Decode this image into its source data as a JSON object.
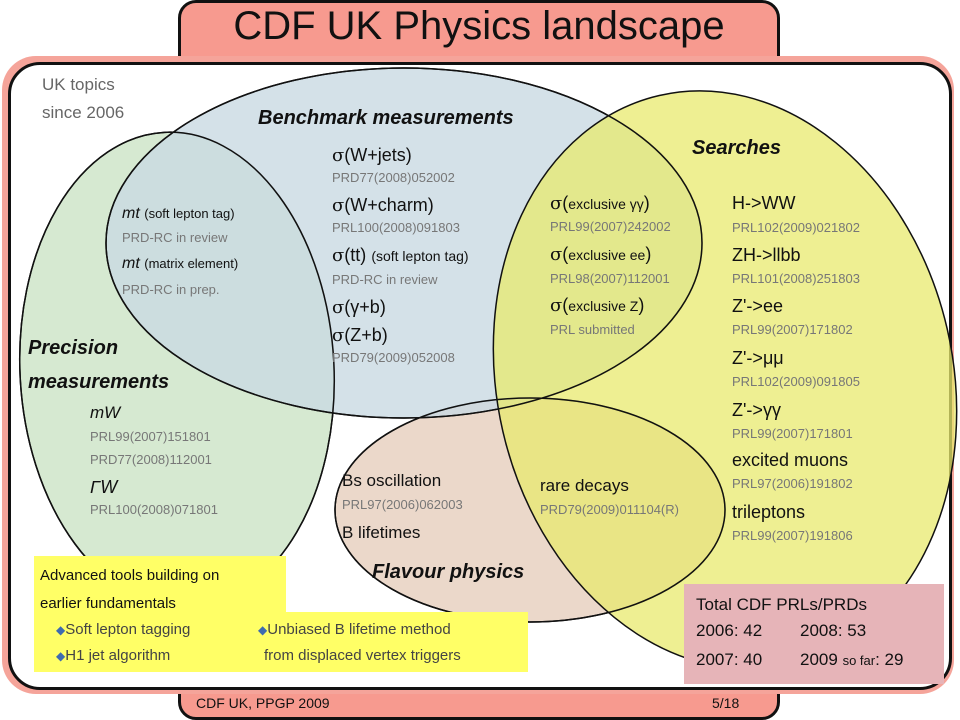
{
  "title": "CDF UK Physics landscape",
  "corner_note": [
    "UK topics",
    "since 2006"
  ],
  "footer": {
    "left": "CDF UK, PPGP 2009",
    "right": "5/18"
  },
  "colors": {
    "banner": "#f79a8f",
    "precision_fill": "#cfe5c9",
    "benchmark_fill": "#c9d9e2",
    "searches_fill": "#e8ea6e",
    "flavour_fill": "#e9d4c4",
    "tools_box": "#ffff66",
    "totals_box": "#e6b4b8",
    "bullet": "#3e6bb0"
  },
  "sigma": "σ",
  "regions": {
    "benchmark": {
      "title": "Benchmark measurements",
      "items": [
        {
          "label": "(W+jets)",
          "ref": "PRD77(2008)052002"
        },
        {
          "label": "(W+charm)",
          "ref": "PRL100(2008)091803"
        },
        {
          "label": "(tt)",
          "note": "(soft lepton tag)",
          "ref": "PRD-RC in review"
        },
        {
          "label": "(γ+b)",
          "ref": ""
        },
        {
          "label": "(Z+b)",
          "ref": "PRD79(2009)052008"
        }
      ]
    },
    "overlap_precision_benchmark": {
      "items": [
        {
          "label": "mt",
          "note": "(soft lepton tag)",
          "ref": "PRD-RC in review"
        },
        {
          "label": "mt",
          "note": "(matrix element)",
          "ref": "PRD-RC in prep."
        }
      ]
    },
    "overlap_benchmark_searches": {
      "items": [
        {
          "label": "exclusive γγ",
          "ref": "PRL99(2007)242002"
        },
        {
          "label": "exclusive ee",
          "ref": "PRL98(2007)112001"
        },
        {
          "label": "exclusive Z",
          "ref": "PRL submitted"
        }
      ]
    },
    "searches": {
      "title": "Searches",
      "items": [
        {
          "label": "H->WW",
          "ref": "PRL102(2009)021802"
        },
        {
          "label": "ZH->llbb",
          "ref": "PRL101(2008)251803"
        },
        {
          "label": "Z'->ee",
          "ref": "PRL99(2007)171802"
        },
        {
          "label": "Z'->μμ",
          "ref": "PRL102(2009)091805"
        },
        {
          "label": "Z'->γγ",
          "ref": "PRL99(2007)171801"
        },
        {
          "label": "excited muons",
          "ref": "PRL97(2006)191802"
        },
        {
          "label": "trileptons",
          "ref": "PRL99(2007)191806"
        }
      ]
    },
    "precision": {
      "title_line1": "Precision",
      "title_line2": "measurements",
      "items": [
        {
          "label": "mW",
          "refs": [
            "PRL99(2007)151801",
            "PRD77(2008)112001"
          ]
        },
        {
          "label": "ΓW",
          "refs": [
            "PRL100(2008)071801"
          ]
        }
      ]
    },
    "flavour": {
      "title": "Flavour physics",
      "items": [
        {
          "label": "Bs oscillation",
          "ref": "PRL97(2006)062003"
        },
        {
          "label": "B lifetimes",
          "ref": ""
        }
      ]
    },
    "overlap_flavour_searches": {
      "items": [
        {
          "label": "rare decays",
          "ref": "PRD79(2009)011104(R)"
        }
      ]
    }
  },
  "tools": {
    "heading_line1": "Advanced tools building on",
    "heading_line2": "earlier fundamentals",
    "bullets": [
      "Soft lepton tagging",
      "H1 jet algorithm",
      "Unbiased B lifetime method",
      "from displaced vertex triggers"
    ]
  },
  "totals": {
    "heading": "Total CDF PRLs/PRDs",
    "rows": [
      "2006: 42",
      "2008: 53",
      "2007: 40",
      "2009"
    ],
    "so_far": "so far",
    "last_value": ": 29"
  }
}
